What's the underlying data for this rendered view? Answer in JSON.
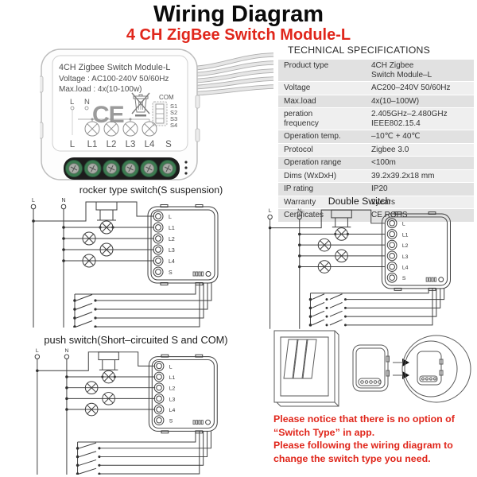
{
  "header": {
    "title": "Wiring Diagram",
    "subtitle": "4 CH ZigBee Switch Module-L"
  },
  "module_label": {
    "name": "4CH Zigbee Switch Module-L",
    "voltage": "Voltage : AC100-240V 50/60Hz",
    "max_load": "Max.load : 4x(10-100w)",
    "line_l": "L",
    "line_n": "N",
    "ce_mark": "CE",
    "com": "COM",
    "s_pins": [
      "S1",
      "S2",
      "S3",
      "S4"
    ],
    "terminals": [
      "L",
      "L1",
      "L2",
      "L3",
      "L4",
      "S"
    ]
  },
  "specs": {
    "heading": "TECHNICAL SPECIFICATIONS",
    "rows": [
      {
        "label": "Product type",
        "value": "4CH Zigbee\nSwitch Module–L"
      },
      {
        "label": "Voltage",
        "value": "AC200–240V 50/60Hz"
      },
      {
        "label": "Max.load",
        "value": "4x(10–100W)"
      },
      {
        "label": "peration\nfrequency",
        "value": "2.405GHz–2.480GHz\nIEEE802.15.4"
      },
      {
        "label": "Operation temp.",
        "value": "–10℃ + 40℃"
      },
      {
        "label": "Protocol",
        "value": "Zigbee 3.0"
      },
      {
        "label": "Operation range",
        "value": "<100m"
      },
      {
        "label": "Dims (WxDxH)",
        "value": "39.2x39.2x18 mm"
      },
      {
        "label": "IP rating",
        "value": "IP20"
      },
      {
        "label": "Warranty",
        "value": "2years"
      },
      {
        "label": "Certificates",
        "value": "CE ROHS"
      }
    ]
  },
  "diagrams": {
    "rocker": {
      "caption": "rocker type switch(S suspension)"
    },
    "double": {
      "caption": "Double Switch"
    },
    "push": {
      "caption": "push switch(Short–circuited S and COM)"
    },
    "line_l": "L",
    "line_n": "N",
    "terminals": [
      "L",
      "L1",
      "L2",
      "L3",
      "L4",
      "S"
    ]
  },
  "notice": {
    "line1": "Please notice that there is no option of",
    "line2": "“Switch Type” in app.",
    "line3": "Please following the wiring diagram to",
    "line4": "change the switch type you need."
  },
  "colors": {
    "accent_red": "#e0261b",
    "table_row_dark": "#e1e1e1",
    "table_row_light": "#efefef",
    "terminal_green": "#3c7a50"
  }
}
